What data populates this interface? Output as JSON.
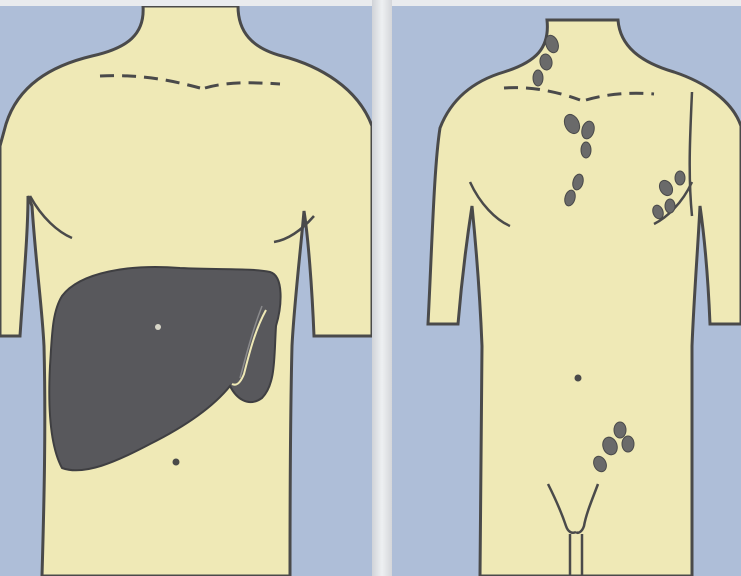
{
  "figure": {
    "panels": [
      {
        "id": "left",
        "content": "torso-with-enlarged-liver"
      },
      {
        "id": "right",
        "content": "torso-with-enlarged-lymph-nodes"
      }
    ],
    "colors": {
      "background": "#aebed8",
      "skin": "#efe9b6",
      "outline": "#4a4a4a",
      "liver": "#58585c",
      "lymph_node": "#6a6a6a"
    }
  }
}
